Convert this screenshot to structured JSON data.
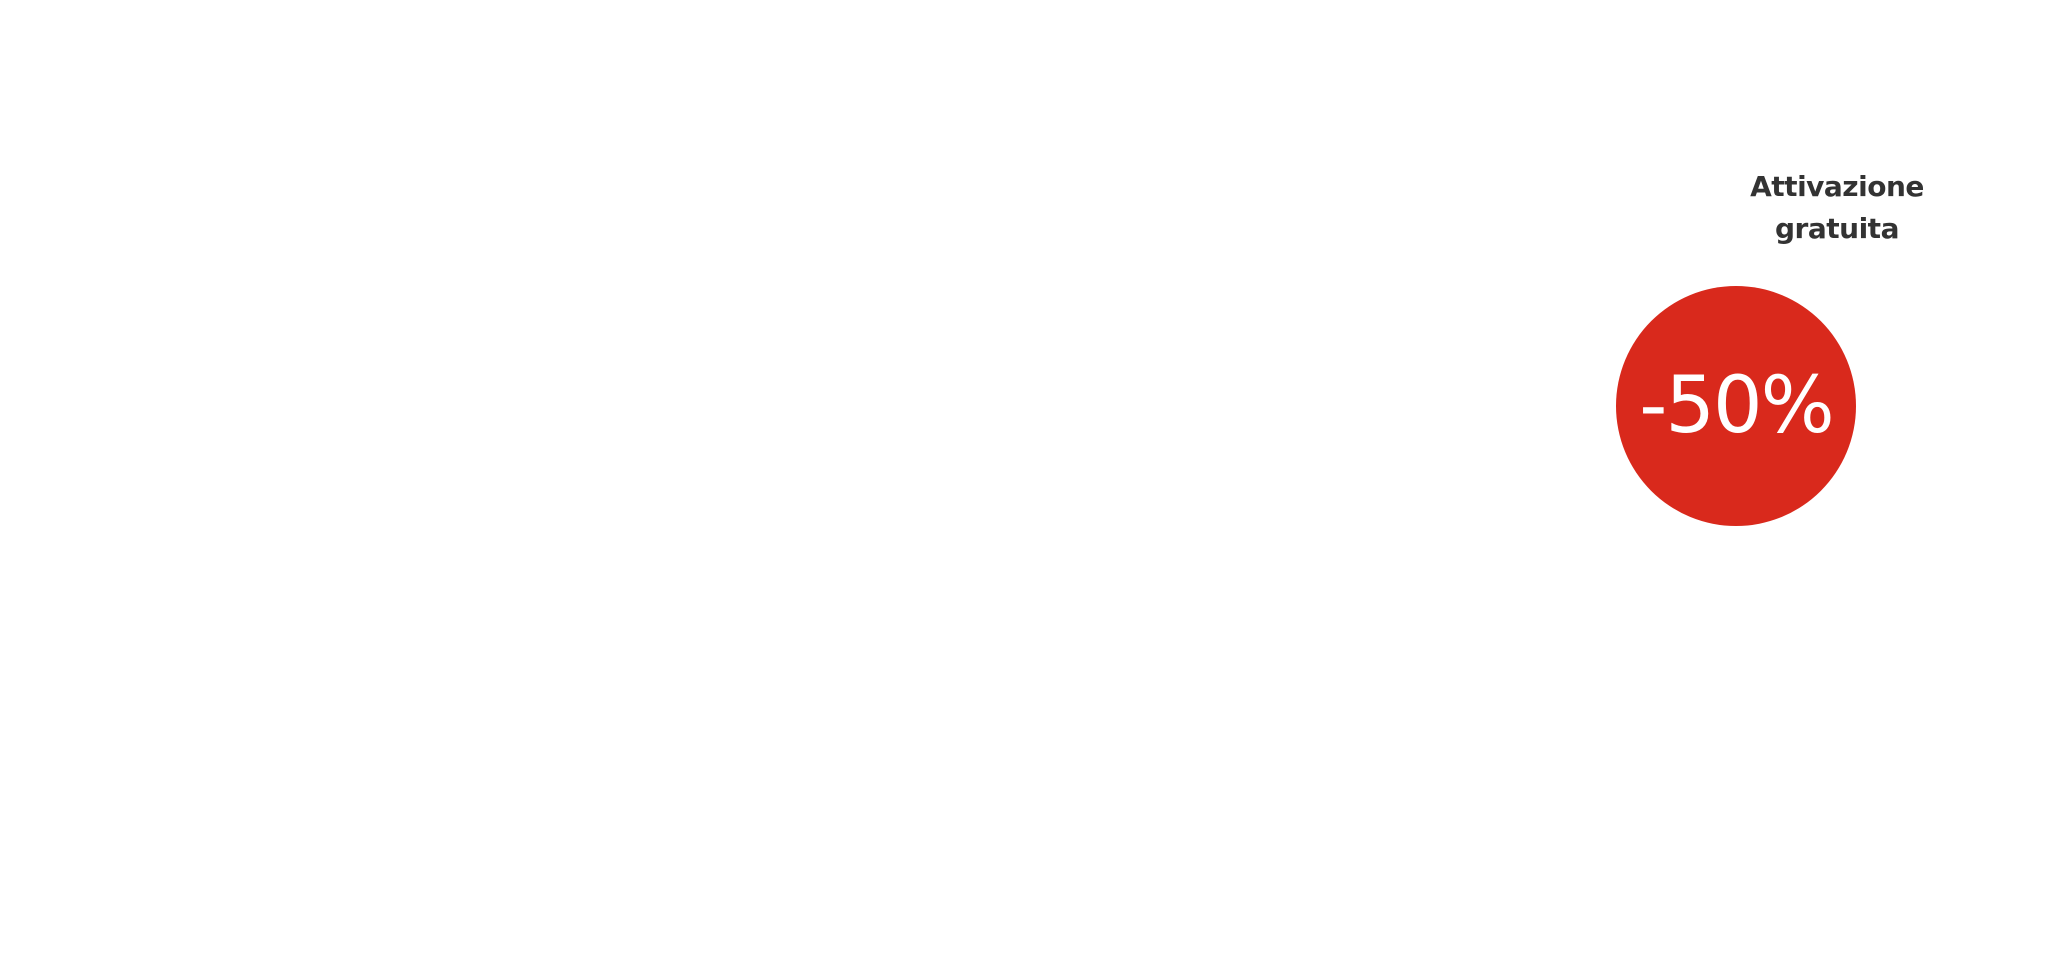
{
  "promo": {
    "caption_line1": "Attivazione",
    "caption_line2": "gratuita",
    "discount": "-50%",
    "badge_color": "#d9291c",
    "caption_color": "#333333"
  }
}
